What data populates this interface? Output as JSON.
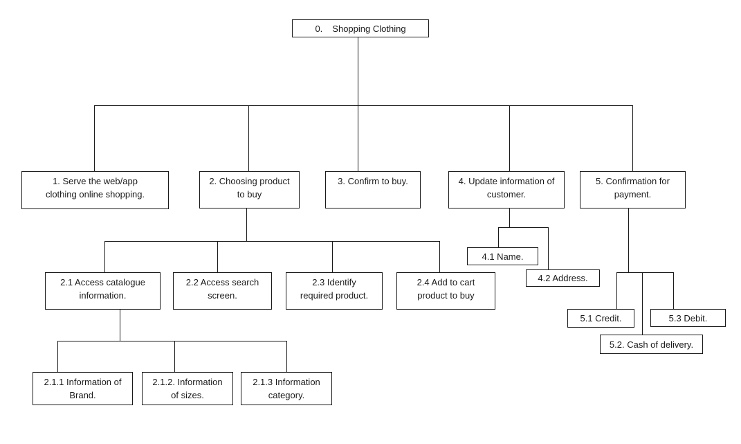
{
  "root_node": {
    "num": "0.",
    "title": "Shopping Clothing"
  },
  "nodes": {
    "n1": {
      "lines": [
        "1. Serve the web/app",
        "clothing online shopping."
      ]
    },
    "n2": {
      "lines": [
        "2. Choosing product",
        "to buy"
      ]
    },
    "n3": {
      "lines": [
        "3. Confirm to buy."
      ]
    },
    "n4": {
      "lines": [
        "4. Update information of",
        "customer."
      ]
    },
    "n5": {
      "lines": [
        "5. Confirmation for",
        "payment."
      ]
    },
    "n21": {
      "lines": [
        "2.1 Access catalogue",
        "information."
      ]
    },
    "n22": {
      "lines": [
        "2.2 Access search",
        "screen."
      ]
    },
    "n23": {
      "lines": [
        "2.3 Identify",
        "required product."
      ]
    },
    "n24": {
      "lines": [
        "2.4 Add to cart",
        "product to buy"
      ]
    },
    "n41": {
      "lines": [
        "4.1 Name."
      ]
    },
    "n42": {
      "lines": [
        "4.2 Address."
      ]
    },
    "n51": {
      "lines": [
        "5.1 Credit."
      ]
    },
    "n52": {
      "lines": [
        "5.2. Cash of delivery."
      ]
    },
    "n53": {
      "lines": [
        "5.3 Debit."
      ]
    },
    "n211": {
      "lines": [
        "2.1.1 Information of",
        "Brand."
      ]
    },
    "n212": {
      "lines": [
        "2.1.2. Information",
        "of sizes."
      ]
    },
    "n213": {
      "lines": [
        "2.1.3 Information",
        "category."
      ]
    }
  },
  "colors": {
    "line": "#1a1a1a",
    "text": "#1a1a1a",
    "background": "#ffffff"
  }
}
